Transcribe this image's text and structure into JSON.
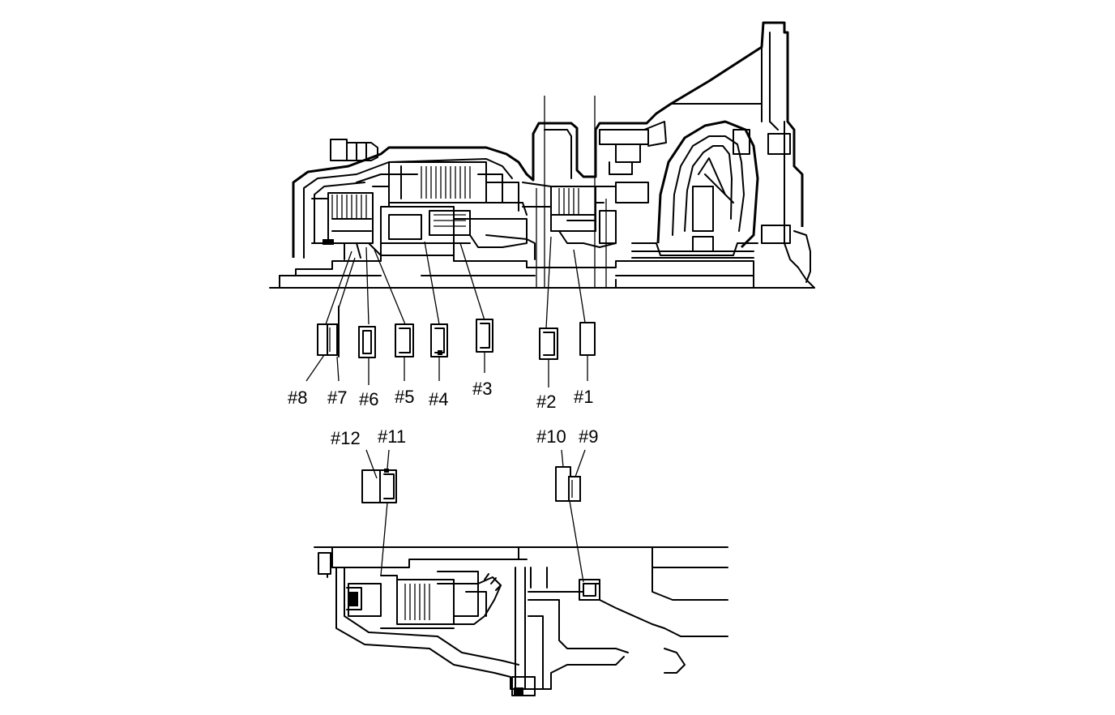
{
  "labels": {
    "b1": "#1",
    "b2": "#2",
    "b3": "#3",
    "b4": "#4",
    "b5": "#5",
    "b6": "#6",
    "b7": "#7",
    "b8": "#8",
    "b9": "#9",
    "b10": "#10",
    "b11": "#11",
    "b12": "#12"
  },
  "colors": {
    "ink": "#000000",
    "paper": "#ffffff"
  }
}
